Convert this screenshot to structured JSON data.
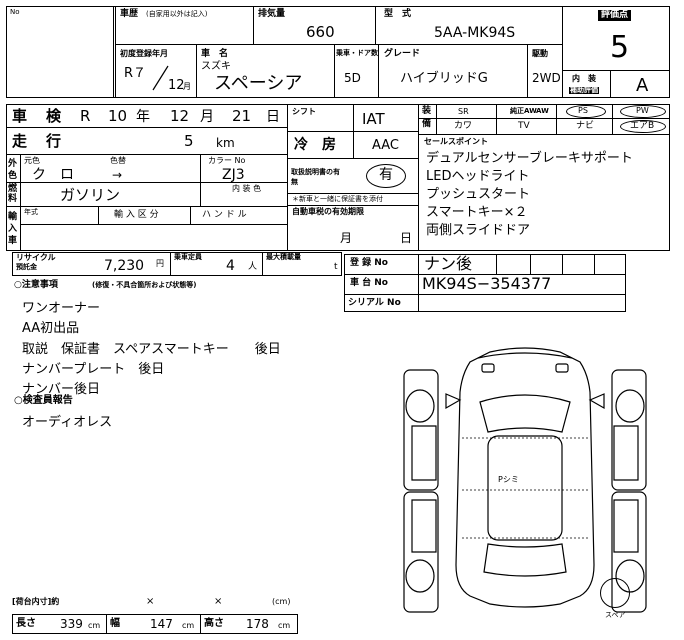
{
  "header": {
    "no_label": "No",
    "history_label": "車歴",
    "history_note": "(自家用以外は記入)",
    "displacement_label": "排気量",
    "displacement": "660",
    "model_label": "型　式",
    "model": "5AA-MK94S",
    "score_label": "評価点",
    "score": "5",
    "first_reg_label": "初度登録年月",
    "first_reg_year": "R７",
    "first_reg_month": "12",
    "month_unit": "月",
    "car_name_label": "車　名",
    "maker": "スズキ",
    "car_name": "スペーシア",
    "doors_label": "乗車・ドア数",
    "doors": "5D",
    "grade_label": "グレード",
    "grade": "ハイブリッドG",
    "drive_label": "駆動",
    "drive": "2WD",
    "interior_label": "内　装",
    "interior_sub": "補助評価",
    "interior_score": "A"
  },
  "specs": {
    "inspection_label": "車　検",
    "inspection_era": "R",
    "inspection_year": "10",
    "year_unit": "年",
    "inspection_month": "12",
    "month_unit": "月",
    "inspection_day": "21",
    "day_unit": "日",
    "shift_label": "シフト",
    "shift": "IAT",
    "mileage_label": "走　行",
    "mileage": "5",
    "mileage_unit": "km",
    "ac_label": "冷　房",
    "ac": "AAC",
    "color_label": "外　色",
    "orig_color_label": "元色",
    "color_label2": "色替",
    "color": "ク　ロ",
    "color_arrow": "→",
    "color_no_label": "カラー No",
    "color_no": "ZJ3",
    "interior_color_label": "内 装 色",
    "fuel_label": "燃　料",
    "fuel": "ガソリン",
    "manual_label": "取扱説明書の有無",
    "manual_value": "有",
    "manual_note": "＊新車と一緒に保証書を添付",
    "import_label": "輸入車",
    "import_year_label": "年式",
    "import_type_label": "輸 入 区 分",
    "handle_label": "ハ ン ド ル",
    "reg_expiry_label": "自動車税の有効期限",
    "reg_expiry_month": "月",
    "reg_expiry_day": "日"
  },
  "equipment": {
    "label": "装備",
    "items": [
      "SR",
      "AW",
      "PS",
      "PW",
      "カワ",
      "TV",
      "ナビ",
      "エアB"
    ],
    "aw_prefix": "純正AW"
  },
  "sales_points": {
    "label": "セールスポイント",
    "items": [
      "デュアルセンサーブレーキサポート",
      "LEDヘッドライト",
      "プッシュスタート",
      "スマートキー×２",
      "両側スライドドア"
    ]
  },
  "recycle": {
    "label": "リサイクル",
    "sub_label": "預託金",
    "amount": "7,230",
    "yen": "円",
    "capacity_label": "乗車定員",
    "capacity": "4",
    "capacity_unit": "人",
    "load_label": "最大積載量",
    "load_unit": "t"
  },
  "registration": {
    "plate_label": "登 録 No",
    "plate_value": "ナン後",
    "chassis_label": "車 台 No",
    "chassis_value": "MK94S−354377",
    "serial_label": "シリアル No"
  },
  "notes": {
    "heading": "○注意事項",
    "heading_note": "(修復・不具合箇所および状態等)",
    "lines": [
      "ワンオーナー",
      "AA初出品",
      "取説　保証書　スペアスマートキー　　後日",
      "ナンバープレート　後日",
      "ナンバー後日"
    ],
    "report_heading": "○検査員報告",
    "report_lines": [
      "オーディオレス"
    ]
  },
  "diagram": {
    "mark": "Pシミ",
    "spare_label": "スペア"
  },
  "dimensions": {
    "cargo_label": "[荷台内寸]約",
    "times": "×",
    "cm_paren": "(cm)",
    "length_label": "長さ",
    "length": "339",
    "width_label": "幅",
    "width": "147",
    "height_label": "高さ",
    "height": "178",
    "unit": "cm"
  }
}
